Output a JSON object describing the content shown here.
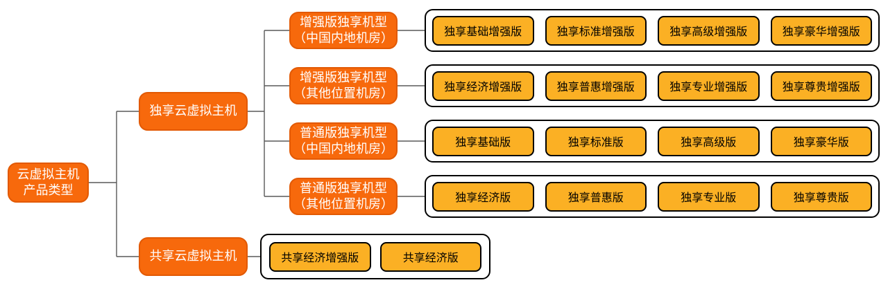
{
  "colors": {
    "node_fill": "#F7690C",
    "node_border": "#E25903",
    "node_text": "#FFFFFF",
    "leaf_fill": "#FBB024",
    "leaf_border": "#000000",
    "leaf_text": "#000000",
    "group_border": "#000000",
    "group_fill": "#FFFFFF",
    "connector": "#595959"
  },
  "tree": {
    "root": {
      "label": "云虚拟主机\n产品类型"
    },
    "branches": [
      {
        "label": "独享云虚拟主机",
        "children": [
          {
            "label": "增强版独享机型\n（中国内地机房）",
            "leaves": [
              "独享基础增强版",
              "独享标准增强版",
              "独享高级增强版",
              "独享豪华增强版"
            ]
          },
          {
            "label": "增强版独享机型\n（其他位置机房）",
            "leaves": [
              "独享经济增强版",
              "独享普惠增强版",
              "独享专业增强版",
              "独享尊贵增强版"
            ]
          },
          {
            "label": "普通版独享机型\n（中国内地机房）",
            "leaves": [
              "独享基础版",
              "独享标准版",
              "独享高级版",
              "独享豪华版"
            ]
          },
          {
            "label": "普通版独享机型\n（其他位置机房）",
            "leaves": [
              "独享经济版",
              "独享普惠版",
              "独享专业版",
              "独享尊贵版"
            ]
          }
        ]
      },
      {
        "label": "共享云虚拟主机",
        "leaves": [
          "共享经济增强版",
          "共享经济版"
        ]
      }
    ]
  }
}
